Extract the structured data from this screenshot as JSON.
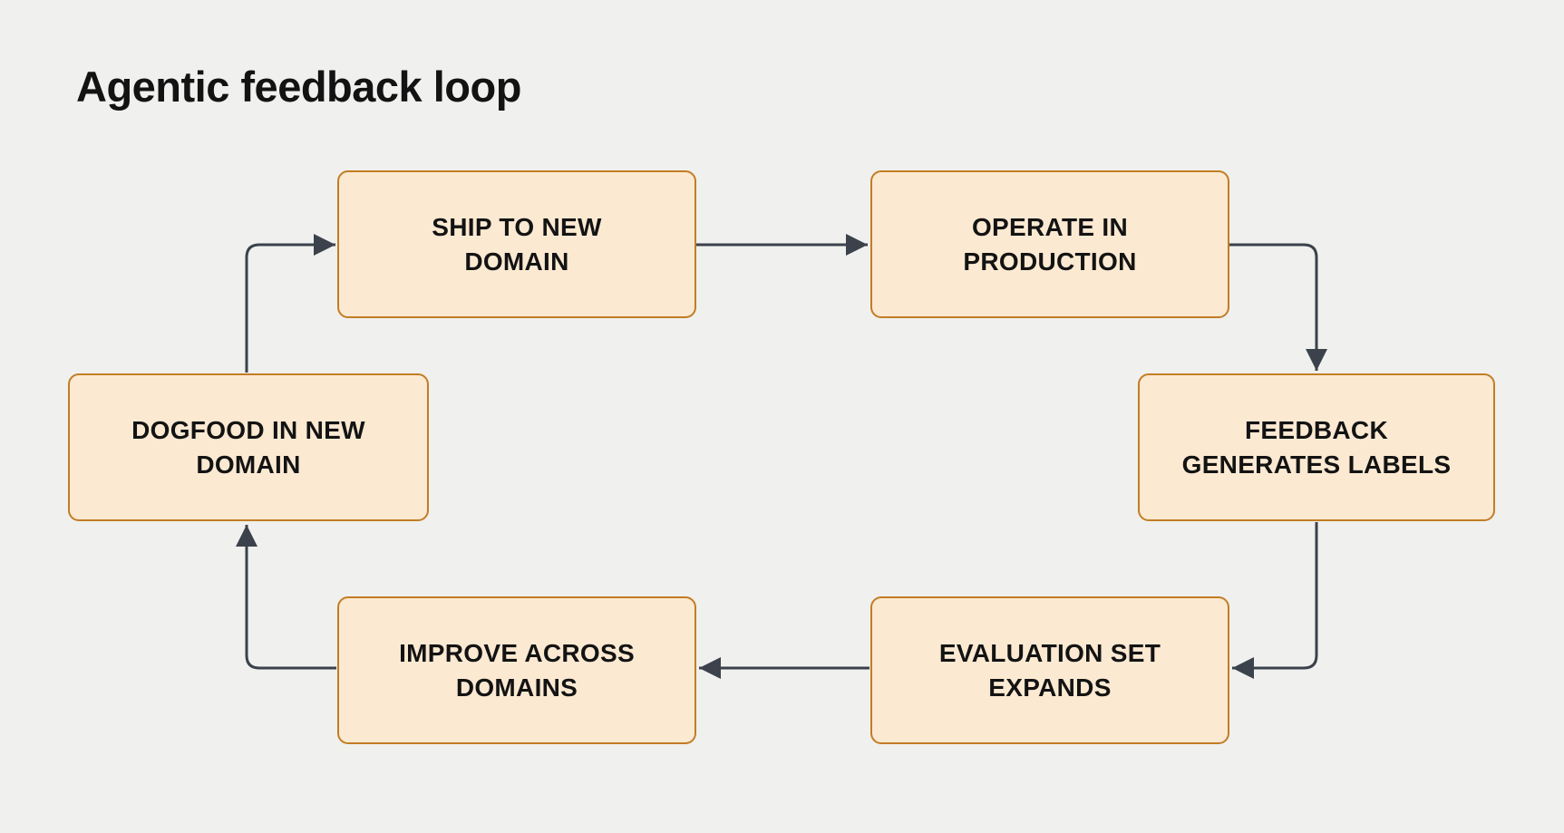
{
  "title": "Agentic feedback loop",
  "colors": {
    "background": "#F0F0EE",
    "node_fill": "#FCE9D2",
    "node_border": "#C27D24",
    "connector": "#3B424C",
    "text": "#131313"
  },
  "diagram": {
    "type": "cycle",
    "nodes": [
      {
        "id": "ship-to-new-domain",
        "label": "SHIP TO NEW DOMAIN",
        "line1": "SHIP TO NEW",
        "line2": "DOMAIN"
      },
      {
        "id": "operate-in-production",
        "label": "OPERATE IN PRODUCTION",
        "line1": "OPERATE IN",
        "line2": "PRODUCTION"
      },
      {
        "id": "feedback-generates-labels",
        "label": "FEEDBACK GENERATES LABELS",
        "line1": "FEEDBACK",
        "line2": "GENERATES LABELS"
      },
      {
        "id": "evaluation-set-expands",
        "label": "EVALUATION SET EXPANDS",
        "line1": "EVALUATION SET",
        "line2": "EXPANDS"
      },
      {
        "id": "improve-across-domains",
        "label": "IMPROVE ACROSS DOMAINS",
        "line1": "IMPROVE ACROSS",
        "line2": "DOMAINS"
      },
      {
        "id": "dogfood-in-new-domain",
        "label": "DOGFOOD IN NEW DOMAIN",
        "line1": "DOGFOOD IN NEW",
        "line2": "DOMAIN"
      }
    ],
    "edges": [
      {
        "from": "dogfood-in-new-domain",
        "to": "ship-to-new-domain"
      },
      {
        "from": "ship-to-new-domain",
        "to": "operate-in-production"
      },
      {
        "from": "operate-in-production",
        "to": "feedback-generates-labels"
      },
      {
        "from": "feedback-generates-labels",
        "to": "evaluation-set-expands"
      },
      {
        "from": "evaluation-set-expands",
        "to": "improve-across-domains"
      },
      {
        "from": "improve-across-domains",
        "to": "dogfood-in-new-domain"
      }
    ]
  }
}
